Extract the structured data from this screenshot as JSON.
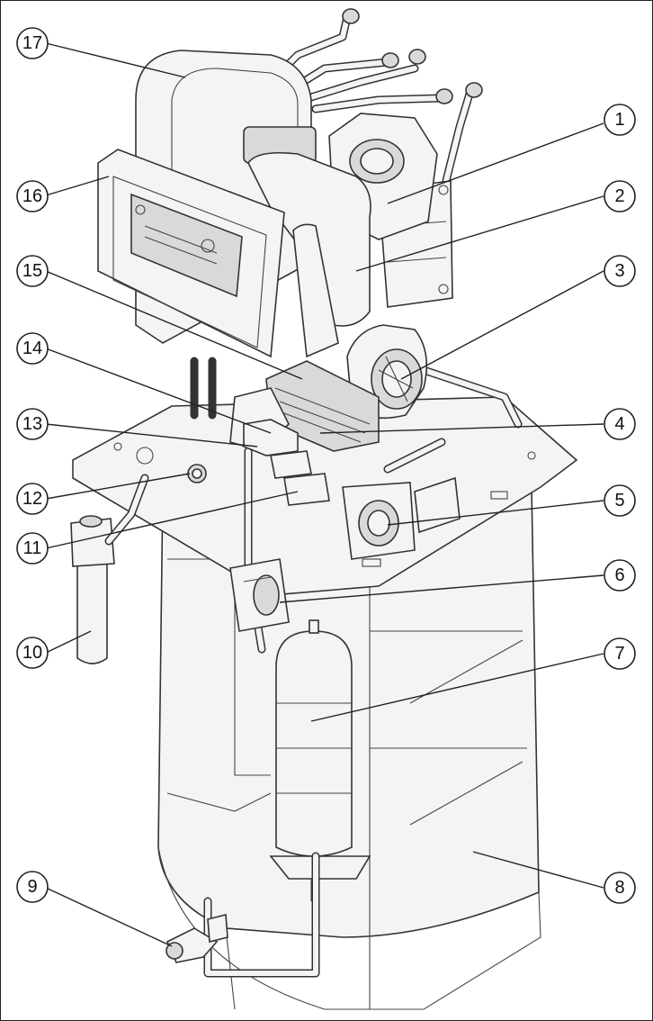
{
  "diagram": {
    "callouts": [
      {
        "id": "17",
        "label": "17"
      },
      {
        "id": "1",
        "label": "1"
      },
      {
        "id": "16",
        "label": "16"
      },
      {
        "id": "2",
        "label": "2"
      },
      {
        "id": "15",
        "label": "15"
      },
      {
        "id": "3",
        "label": "3"
      },
      {
        "id": "14",
        "label": "14"
      },
      {
        "id": "13",
        "label": "13"
      },
      {
        "id": "4",
        "label": "4"
      },
      {
        "id": "12",
        "label": "12"
      },
      {
        "id": "5",
        "label": "5"
      },
      {
        "id": "11",
        "label": "11"
      },
      {
        "id": "6",
        "label": "6"
      },
      {
        "id": "10",
        "label": "10"
      },
      {
        "id": "7",
        "label": "7"
      },
      {
        "id": "9",
        "label": "9"
      },
      {
        "id": "8",
        "label": "8"
      }
    ]
  }
}
